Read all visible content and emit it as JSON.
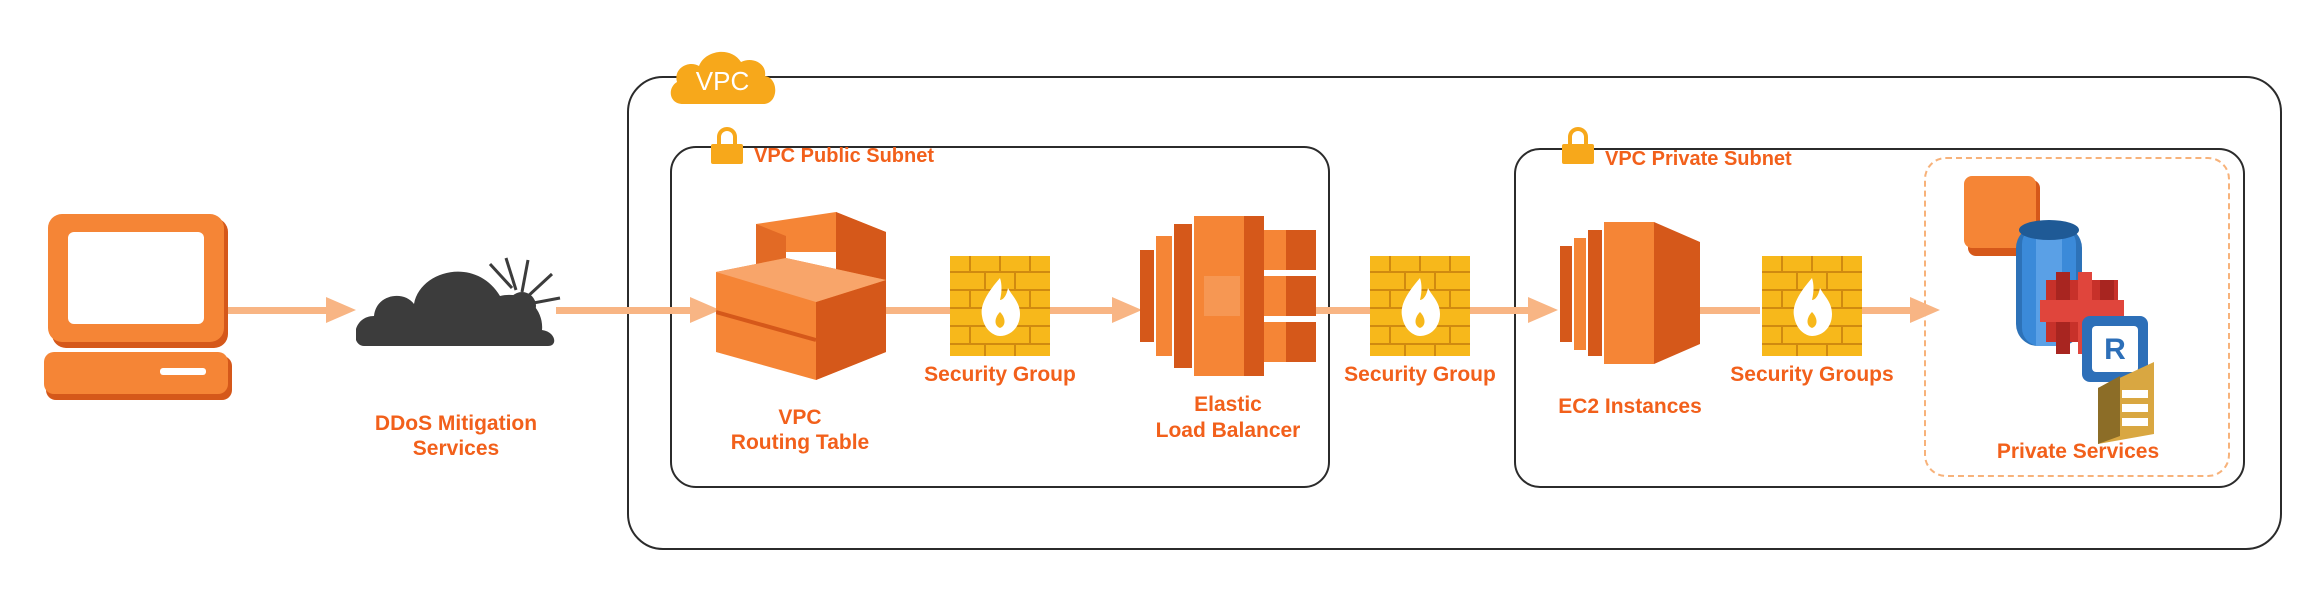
{
  "colors": {
    "accent_orange": "#f2601b",
    "icon_orange": "#f58536",
    "icon_orange_dark": "#d5581a",
    "arrow": "#f8b584",
    "vpc_cloud": "#f7a81b",
    "firewall_yellow": "#f7b81b",
    "border_dark": "#2b2b2b",
    "dashed_border": "#f7b27a"
  },
  "nodes": {
    "client": {
      "icon": "desktop-computer-icon"
    },
    "ddos": {
      "icon": "cloudflare-cloud-icon",
      "label_line1": "DDoS Mitigation",
      "label_line2": "Services"
    },
    "vpc": {
      "badge": "VPC"
    },
    "public_subnet": {
      "title": "VPC Public Subnet",
      "icon": "lock-icon"
    },
    "routing_table": {
      "icon": "vpc-router-icon",
      "label_line1": "VPC",
      "label_line2": "Routing Table"
    },
    "sg1": {
      "icon": "firewall-icon",
      "label": "Security Group"
    },
    "elb": {
      "icon": "elastic-load-balancer-icon",
      "label_line1": "Elastic",
      "label_line2": "Load Balancer"
    },
    "sg2": {
      "icon": "firewall-icon",
      "label": "Security Group"
    },
    "private_subnet": {
      "title": "VPC Private Subnet",
      "icon": "lock-icon"
    },
    "ec2": {
      "icon": "ec2-instances-icon",
      "label": "EC2 Instances"
    },
    "sg3": {
      "icon": "firewall-icon",
      "label": "Security Groups"
    },
    "private_services": {
      "label": "Private Services",
      "icons": [
        "generic-service-icon",
        "rds-database-icon",
        "elasticache-icon",
        "redis-icon",
        "sqs-queue-icon"
      ],
      "redis_letter": "R"
    }
  },
  "edges": [
    {
      "from": "client",
      "to": "ddos"
    },
    {
      "from": "ddos",
      "to": "routing_table"
    },
    {
      "from": "routing_table",
      "to": "sg1"
    },
    {
      "from": "sg1",
      "to": "elb"
    },
    {
      "from": "elb",
      "to": "sg2"
    },
    {
      "from": "sg2",
      "to": "ec2"
    },
    {
      "from": "ec2",
      "to": "sg3"
    },
    {
      "from": "sg3",
      "to": "private_services"
    }
  ]
}
